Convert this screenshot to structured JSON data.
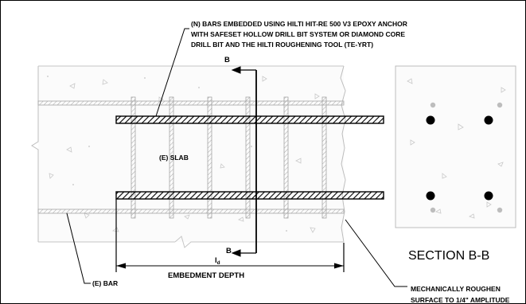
{
  "callouts": {
    "new_bars": {
      "line1": "(N) BARS EMBEDDED USING HILTI HIT-RE 500 V3 EPOXY ANCHOR",
      "line2": "WITH SAFESET HOLLOW DRILL BIT SYSTEM OR DIAMOND CORE",
      "line3": "DRILL BIT AND THE HILTI ROUGHENING TOOL (TE-YRT)"
    },
    "section_mark_top": "B",
    "section_mark_bottom": "B",
    "existing_slab": "(E) SLAB",
    "existing_bar": "(E) BAR",
    "ld_symbol": "l",
    "ld_subscript": "d",
    "embedment_depth": "EMBEDMENT DEPTH",
    "roughen": {
      "line1": "MECHANICALLY ROUGHEN",
      "line2": "SURFACE TO 1/4\" AMPLITUDE"
    }
  },
  "section": {
    "title": "SECTION B-B"
  }
}
